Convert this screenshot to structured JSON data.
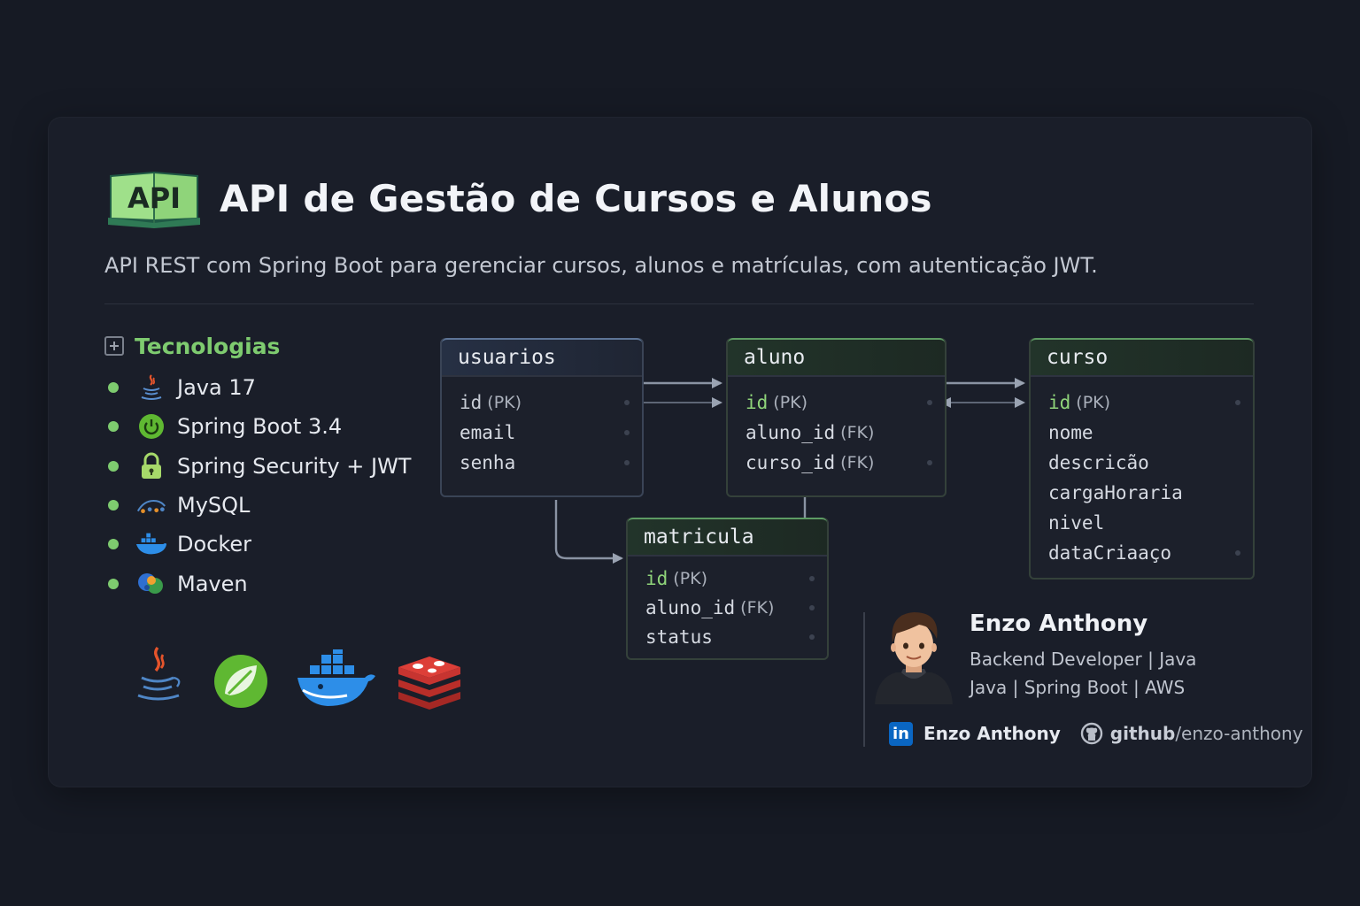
{
  "header": {
    "logo_text": "API",
    "title": "API de Gestão de Cursos e Alunos",
    "subtitle": "API REST com Spring Boot para gerenciar cursos, alunos e matrículas, com autenticação JWT."
  },
  "technologies": {
    "heading": "Tecnologias",
    "items": [
      {
        "label": "Java 17",
        "icon": "java-icon"
      },
      {
        "label": "Spring Boot 3.4",
        "icon": "spring-boot-icon"
      },
      {
        "label": "Spring Security + JWT",
        "icon": "lock-icon"
      },
      {
        "label": "MySQL",
        "icon": "mysql-icon"
      },
      {
        "label": "Docker",
        "icon": "docker-icon"
      },
      {
        "label": "Maven",
        "icon": "maven-icon"
      }
    ],
    "logos": [
      "java-icon",
      "spring-icon",
      "docker-icon",
      "redis-icon"
    ]
  },
  "diagram": {
    "tables": {
      "usuarios": {
        "name": "usuarios",
        "fields": [
          {
            "name": "id",
            "tag": "(PK)"
          },
          {
            "name": "email",
            "tag": ""
          },
          {
            "name": "senha",
            "tag": ""
          }
        ]
      },
      "aluno": {
        "name": "aluno",
        "fields": [
          {
            "name": "id",
            "tag": "(PK)"
          },
          {
            "name": "aluno_id",
            "tag": "(FK)"
          },
          {
            "name": "curso_id",
            "tag": "(FK)"
          }
        ]
      },
      "curso": {
        "name": "curso",
        "fields": [
          {
            "name": "id",
            "tag": "(PK)"
          },
          {
            "name": "nome",
            "tag": ""
          },
          {
            "name": "descricão",
            "tag": ""
          },
          {
            "name": "cargaHoraria",
            "tag": ""
          },
          {
            "name": "nivel",
            "tag": ""
          },
          {
            "name": "dataCriaaço",
            "tag": ""
          }
        ]
      },
      "matricula": {
        "name": "matricula",
        "fields": [
          {
            "name": "id",
            "tag": "(PK)"
          },
          {
            "name": "aluno_id",
            "tag": "(FK)"
          },
          {
            "name": "status",
            "tag": ""
          }
        ]
      }
    }
  },
  "author": {
    "name": "Enzo Anthony",
    "role": "Backend Developer | Java",
    "stack": "Java | Spring Boot | AWS",
    "linkedin_badge": "in",
    "linkedin_name": "Enzo Anthony",
    "github_user": "github",
    "github_path": "/enzo-anthony"
  },
  "colors": {
    "background": "#161a24",
    "card": "#1a1e29",
    "accent_green": "#7ecb6f",
    "linkedin_blue": "#0a66c2"
  }
}
